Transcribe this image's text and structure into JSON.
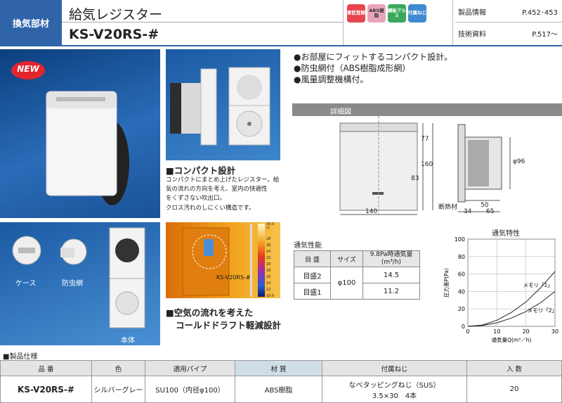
{
  "header": {
    "category": "換気部材",
    "title": "給気レジスター",
    "model": "KS-V20RS-#",
    "badges": [
      {
        "label": "意匠登録",
        "color": "#e8454f"
      },
      {
        "label": "ABS樹脂",
        "color": "#e8a5b9"
      },
      {
        "label": "鋼板アルミ",
        "color": "#39a85a"
      },
      {
        "label": "付属ねじ",
        "color": "#3f8ad0"
      }
    ],
    "info": [
      {
        "label": "製品情報",
        "value": "P.452･453"
      },
      {
        "label": "技術資料",
        "value": "P.517～"
      }
    ]
  },
  "photos": {
    "new_badge": "NEW",
    "parts_labels": {
      "case": "ケース",
      "mesh": "防虫網",
      "body": "本体"
    },
    "thermo_label": "KS-V20RS-#",
    "scale_ticks": [
      "30.0",
      "28",
      "26",
      "24",
      "22",
      "20",
      "18",
      "16",
      "14",
      "12",
      "10.0"
    ],
    "scale_unit": "℃"
  },
  "features": {
    "bullets": [
      "●お部屋にフィットするコンパクト設計。",
      "●防虫網付（ABS樹脂成形網）",
      "●風量調整機構付。"
    ],
    "compact_head": "■コンパクト設計",
    "compact_text": [
      "コンパクトにまとめ上げたレジスター。給",
      "気の流れの方向を考え、室内の快適性",
      "をくずさない吹出口。",
      "クロス汚れのしにくい構造です。"
    ],
    "air_head_1": "■空気の流れを考えた",
    "air_head_2": "コールドドラフト軽減設計"
  },
  "diagram": {
    "title": "詳細図",
    "dims": {
      "h77": "77",
      "h160": "160",
      "h83": "83",
      "w140": "140",
      "phi96": "φ96",
      "w50": "50",
      "w34": "34",
      "w65": "65"
    },
    "insulation": "断熱材"
  },
  "performance": {
    "title": "通気性能",
    "headers": [
      "目 盛",
      "サイズ",
      "9.8Pa時通気量",
      "(m³/h)"
    ],
    "size": "φ100",
    "rows": [
      {
        "setting": "目盛2",
        "value": "14.5"
      },
      {
        "setting": "目盛1",
        "value": "11.2"
      }
    ]
  },
  "chart_data": {
    "type": "line",
    "title": "通気特性",
    "ylabel": "圧力差P(Pa)",
    "xlabel": "通気量Q(m³／h)",
    "xlim": [
      0,
      30
    ],
    "ylim": [
      0,
      100
    ],
    "xticks": [
      "0",
      "10",
      "20",
      "30"
    ],
    "yticks": [
      "0",
      "20",
      "40",
      "60",
      "80",
      "100"
    ],
    "series": [
      {
        "name": "メモリ「1」",
        "x": [
          0,
          5,
          10,
          15,
          20,
          25,
          30
        ],
        "y": [
          0,
          1.5,
          7,
          16,
          28,
          44,
          63
        ]
      },
      {
        "name": "メモリ「2」",
        "x": [
          0,
          5,
          10,
          15,
          20,
          25,
          30
        ],
        "y": [
          0,
          1,
          4,
          9.5,
          17,
          27,
          40
        ]
      }
    ]
  },
  "spec": {
    "section_title": "■製品仕様",
    "headers": [
      "品 番",
      "色",
      "適用パイプ",
      "材 質",
      "付属ねじ",
      "入 数"
    ],
    "row": {
      "model": "KS-V20RS-#",
      "color": "シルバーグレー",
      "pipe": "SU100（内径φ100）",
      "material": "ABS樹脂",
      "screw_1": "なべタッピングねじ（SUS）",
      "screw_2": "3.5×30　4本",
      "quantity": "20"
    }
  }
}
